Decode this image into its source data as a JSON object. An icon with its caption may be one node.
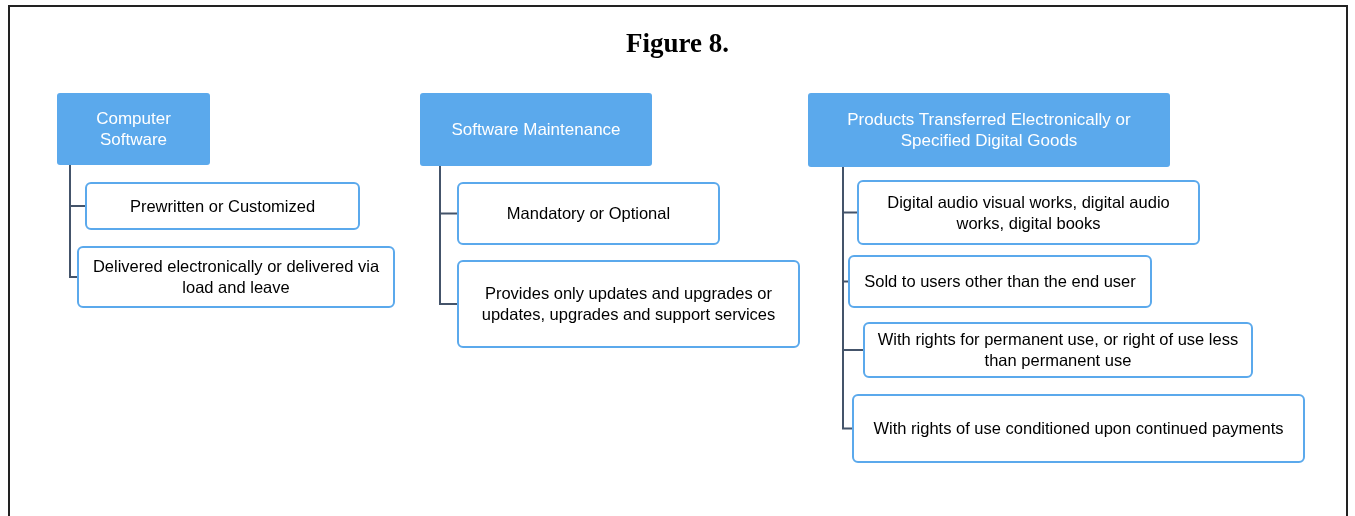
{
  "diagram": {
    "title": "Figure 8.",
    "nodes": [
      {
        "text": [
          "Computer Software"
        ]
      },
      {
        "text": [
          "Prewritten or Customized"
        ]
      },
      {
        "text": [
          "Delivered electronically or delivered via load and leave"
        ]
      },
      {
        "text": [
          "Software Maintenance"
        ]
      },
      {
        "text": [
          "Mandatory or Optional"
        ]
      },
      {
        "text": [
          "Provides only updates and upgrades or updates, upgrades and support services"
        ]
      },
      {
        "text": [
          "Products Transferred Electronically or Specified Digital Goods"
        ]
      },
      {
        "text": [
          "Digital audio visual works, digital audio works, digital books"
        ]
      },
      {
        "text": [
          "Sold to users other than the end user"
        ]
      },
      {
        "text": [
          "With rights for permanent use, or right of use less than permanent use"
        ]
      },
      {
        "text": [
          "With rights of use conditioned upon continued payments"
        ]
      }
    ],
    "edges": [
      {
        "from": 0,
        "to": 1,
        "arrow": "none"
      },
      {
        "from": 0,
        "to": 2,
        "arrow": "none"
      },
      {
        "from": 3,
        "to": 4,
        "arrow": "none"
      },
      {
        "from": 3,
        "to": 5,
        "arrow": "none"
      },
      {
        "from": 6,
        "to": 7,
        "arrow": "none"
      },
      {
        "from": 6,
        "to": 8,
        "arrow": "none"
      },
      {
        "from": 6,
        "to": 9,
        "arrow": "none"
      },
      {
        "from": 6,
        "to": 10,
        "arrow": "none"
      }
    ]
  }
}
